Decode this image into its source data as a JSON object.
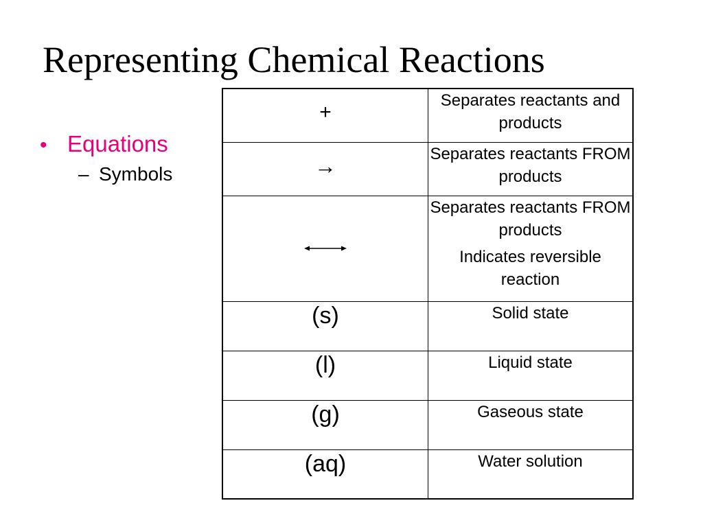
{
  "slide": {
    "title": "Representing Chemical Reactions"
  },
  "bullets": {
    "level1": {
      "marker": "•",
      "text": "Equations",
      "color": "#E6007E"
    },
    "level2": {
      "marker": "–",
      "text": "Symbols"
    }
  },
  "table": {
    "rows": [
      {
        "symbol": "+",
        "descriptions": [
          "Separates reactants and products"
        ]
      },
      {
        "symbol": "→",
        "descriptions": [
          "Separates reactants FROM products"
        ]
      },
      {
        "symbol": "",
        "symbol_icon": "double-headed-arrow-icon",
        "descriptions": [
          "Separates reactants FROM products",
          "Indicates reversible reaction"
        ]
      },
      {
        "symbol": "(s)",
        "descriptions": [
          "Solid state"
        ]
      },
      {
        "symbol": "(l)",
        "descriptions": [
          "Liquid state"
        ]
      },
      {
        "symbol": "(g)",
        "descriptions": [
          "Gaseous state"
        ]
      },
      {
        "symbol": "(aq)",
        "descriptions": [
          "Water solution"
        ]
      }
    ]
  }
}
